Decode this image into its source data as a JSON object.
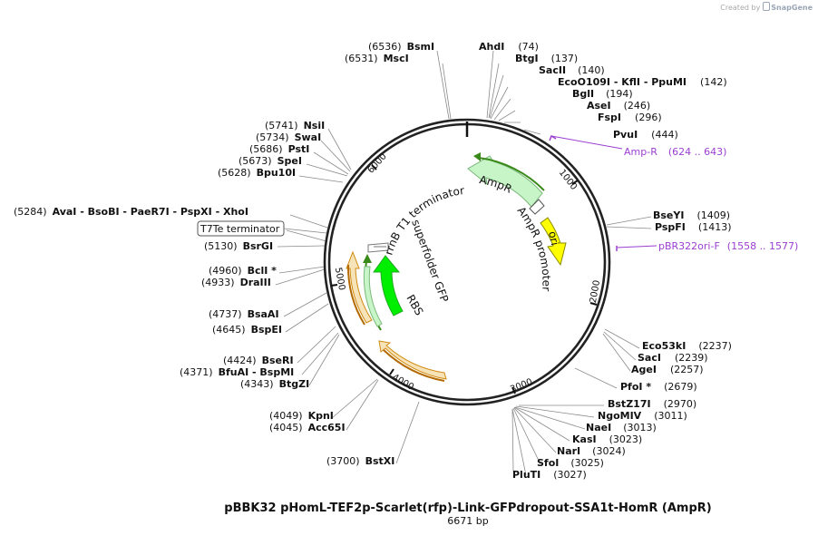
{
  "credit": {
    "prefix": "Created by",
    "brand": "SnapGene"
  },
  "plasmid": {
    "name": "pBBK32 pHomL-TEF2p-Scarlet(rfp)-Link-GFPdropout-SSA1t-HomR (AmpR)",
    "length_label": "6671 bp",
    "length": 6671
  },
  "ticks": [
    "1000",
    "2000",
    "3000",
    "4000",
    "5000",
    "6000"
  ],
  "features": [
    {
      "name": "AmpR",
      "color": "#c8f5c8",
      "stroke": "#7ab87a"
    },
    {
      "name": "AmpR promoter",
      "color": "#ffffff",
      "stroke": "#555555"
    },
    {
      "name": "ori",
      "color": "#ffff00",
      "stroke": "#999900"
    },
    {
      "name": "rrnB T1 terminator",
      "color": "#ffffff",
      "stroke": "#777777"
    },
    {
      "name": "superfolder GFP",
      "color": "#00ee00",
      "stroke": "#22aa22"
    },
    {
      "name": "RBS",
      "color": "#ffffff",
      "stroke": "#777777"
    },
    {
      "name": "T7Te terminator",
      "color": "#ffffff",
      "stroke": "#555555"
    }
  ],
  "primers": [
    {
      "name": "Amp-R",
      "range": "(624 .. 643)"
    },
    {
      "name": "pBR322ori-F",
      "range": "(1558 .. 1577)"
    }
  ],
  "enzymes": [
    {
      "pos": "(6536)",
      "name": "BsmI"
    },
    {
      "pos": "(6531)",
      "name": "MscI"
    },
    {
      "name": "AhdI",
      "pos": "(74)"
    },
    {
      "name": "BtgI",
      "pos": "(137)"
    },
    {
      "name": "SacII",
      "pos": "(140)"
    },
    {
      "name": "EcoO109I - KflI - PpuMI",
      "pos": "(142)"
    },
    {
      "name": "BglI",
      "pos": "(194)"
    },
    {
      "name": "AseI",
      "pos": "(246)"
    },
    {
      "name": "FspI",
      "pos": "(296)"
    },
    {
      "name": "PvuI",
      "pos": "(444)"
    },
    {
      "pos": "(5741)",
      "name": "NsiI"
    },
    {
      "pos": "(5734)",
      "name": "SwaI"
    },
    {
      "pos": "(5686)",
      "name": "PstI"
    },
    {
      "pos": "(5673)",
      "name": "SpeI"
    },
    {
      "pos": "(5628)",
      "name": "Bpu10I"
    },
    {
      "pos": "(5284)",
      "name": "AvaI - BsoBI - PaeR7I - PspXI - XhoI"
    },
    {
      "pos": "(5130)",
      "name": "BsrGI"
    },
    {
      "pos": "(4960)",
      "name": "BclI *"
    },
    {
      "pos": "(4933)",
      "name": "DraIII"
    },
    {
      "pos": "(4737)",
      "name": "BsaAI"
    },
    {
      "pos": "(4645)",
      "name": "BspEI"
    },
    {
      "pos": "(4424)",
      "name": "BseRI"
    },
    {
      "pos": "(4371)",
      "name": "BfuAI - BspMI"
    },
    {
      "pos": "(4343)",
      "name": "BtgZI"
    },
    {
      "pos": "(4049)",
      "name": "KpnI"
    },
    {
      "pos": "(4045)",
      "name": "Acc65I"
    },
    {
      "pos": "(3700)",
      "name": "BstXI"
    },
    {
      "name": "BseYI",
      "pos": "(1409)"
    },
    {
      "name": "PspFI",
      "pos": "(1413)"
    },
    {
      "name": "Eco53kI",
      "pos": "(2237)"
    },
    {
      "name": "SacI",
      "pos": "(2239)"
    },
    {
      "name": "AgeI",
      "pos": "(2257)"
    },
    {
      "name": "PfoI *",
      "pos": "(2679)"
    },
    {
      "name": "BstZ17I",
      "pos": "(2970)"
    },
    {
      "name": "NgoMIV",
      "pos": "(3011)"
    },
    {
      "name": "NaeI",
      "pos": "(3013)"
    },
    {
      "name": "KasI",
      "pos": "(3023)"
    },
    {
      "name": "NarI",
      "pos": "(3024)"
    },
    {
      "name": "SfoI",
      "pos": "(3025)"
    },
    {
      "name": "PluTI",
      "pos": "(3027)"
    }
  ]
}
